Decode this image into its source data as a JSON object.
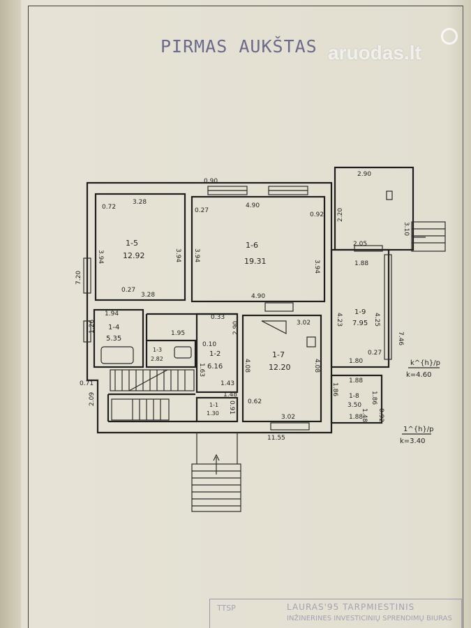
{
  "title": "PIRMAS AUKŠTAS",
  "watermark": "aruodas.lt",
  "stamp": {
    "line1": "TTSP",
    "line2": "LAURAS'95 TARPMIESTINIS",
    "line3": "INŽINERINES INVESTICINIŲ SPRENDIMŲ BIURAS"
  },
  "rooms": [
    {
      "id": "1-5",
      "area": "12.92"
    },
    {
      "id": "1-6",
      "area": "19.31"
    },
    {
      "id": "1-4",
      "area": "5.35"
    },
    {
      "id": "1-3",
      "area": "2.82"
    },
    {
      "id": "1-2",
      "area": "6.16"
    },
    {
      "id": "1-7",
      "area": "12.20"
    },
    {
      "id": "1-9",
      "area": "7.95"
    },
    {
      "id": "1-8",
      "area": "3.50"
    },
    {
      "id": "1-1",
      "area": "1.30"
    }
  ],
  "dimensions": {
    "d_090": "0.90",
    "d_290": "2.90",
    "d_072": "0.72",
    "d_328a": "3.28",
    "d_027a": "0.27",
    "d_490a": "4.90",
    "d_092": "0.92",
    "d_220": "2.20",
    "d_310": "3.10",
    "d_394a": "3.94",
    "d_394b": "3.94",
    "d_394c": "3.94",
    "d_394d": "3.94",
    "d_720": "7.20",
    "d_205": "2.05",
    "d_188a": "1.88",
    "d_027b": "0.27",
    "d_328b": "3.28",
    "d_490b": "4.90",
    "d_194": "1.94",
    "d_195": "1.95",
    "d_033": "0.33",
    "d_302a": "3.02",
    "d_423": "4.23",
    "d_425": "4.25",
    "d_746": "7.46",
    "d_126": "1.26",
    "d_010": "0.10",
    "d_290b": "2.90",
    "d_408": "4.08",
    "d_408b": "4.08",
    "d_180": "1.80",
    "d_027c": "0.27",
    "d_163": "1.63",
    "d_143": "1.43",
    "d_188b": "1.88",
    "d_186a": "1.86",
    "d_186b": "1.86",
    "d_188c": "1.88",
    "d_071": "0.71",
    "d_209": "2.09",
    "d_062": "0.62",
    "d_302b": "3.02",
    "d_1155": "11.55",
    "d_091": "0.91",
    "d_148": "1.48",
    "d_148b": "1.48",
    "d_092b": "0.92"
  },
  "heights": {
    "h1": "k^{h}/p",
    "h1v": "k=4.60",
    "h2": "1^{h}/p",
    "h2v": "k=3.40"
  }
}
